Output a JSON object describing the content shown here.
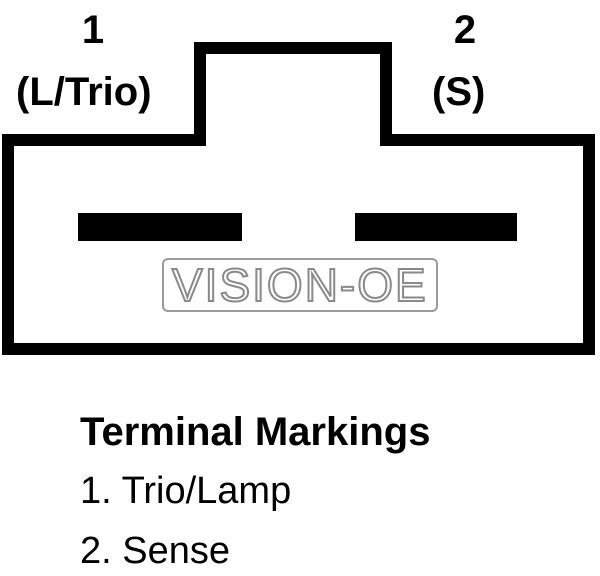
{
  "terminals": [
    {
      "number": "1",
      "label": "(L/Trio)"
    },
    {
      "number": "2",
      "label": "(S)"
    }
  ],
  "watermark": "VISION-OE",
  "legend": {
    "title": "Terminal Markings",
    "items": [
      "1. Trio/Lamp",
      "2. Sense"
    ]
  },
  "colors": {
    "outline": "#000000",
    "background": "#ffffff",
    "watermark": "#8a8a8a"
  }
}
